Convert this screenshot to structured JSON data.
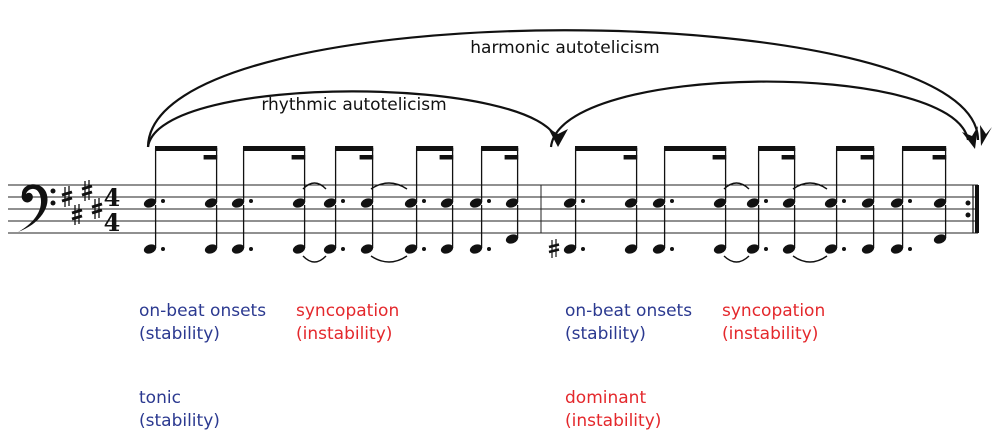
{
  "arcs": {
    "harmonic_label": "harmonic autotelicism",
    "rhythmic_label": "rhythmic autotelicism"
  },
  "annotations": {
    "m1_beat_line1": "on-beat onsets",
    "m1_beat_line2": "(stability)",
    "m1_sync_line1": "syncopation",
    "m1_sync_line2": "(instability)",
    "m1_harm_line1": "tonic",
    "m1_harm_line2": "(stability)",
    "m2_beat_line1": "on-beat onsets",
    "m2_beat_line2": "(stability)",
    "m2_sync_line1": "syncopation",
    "m2_sync_line2": "(instability)",
    "m2_harm_line1": "dominant",
    "m2_harm_line2": "(instability)"
  },
  "score": {
    "clef": "bass",
    "key_signature": "4 sharps",
    "time_signature": {
      "numerator": "4",
      "denominator": "4"
    },
    "measures": 2
  },
  "colors": {
    "stability": "#2b3990",
    "instability": "#e4282c",
    "ink": "#111111"
  }
}
